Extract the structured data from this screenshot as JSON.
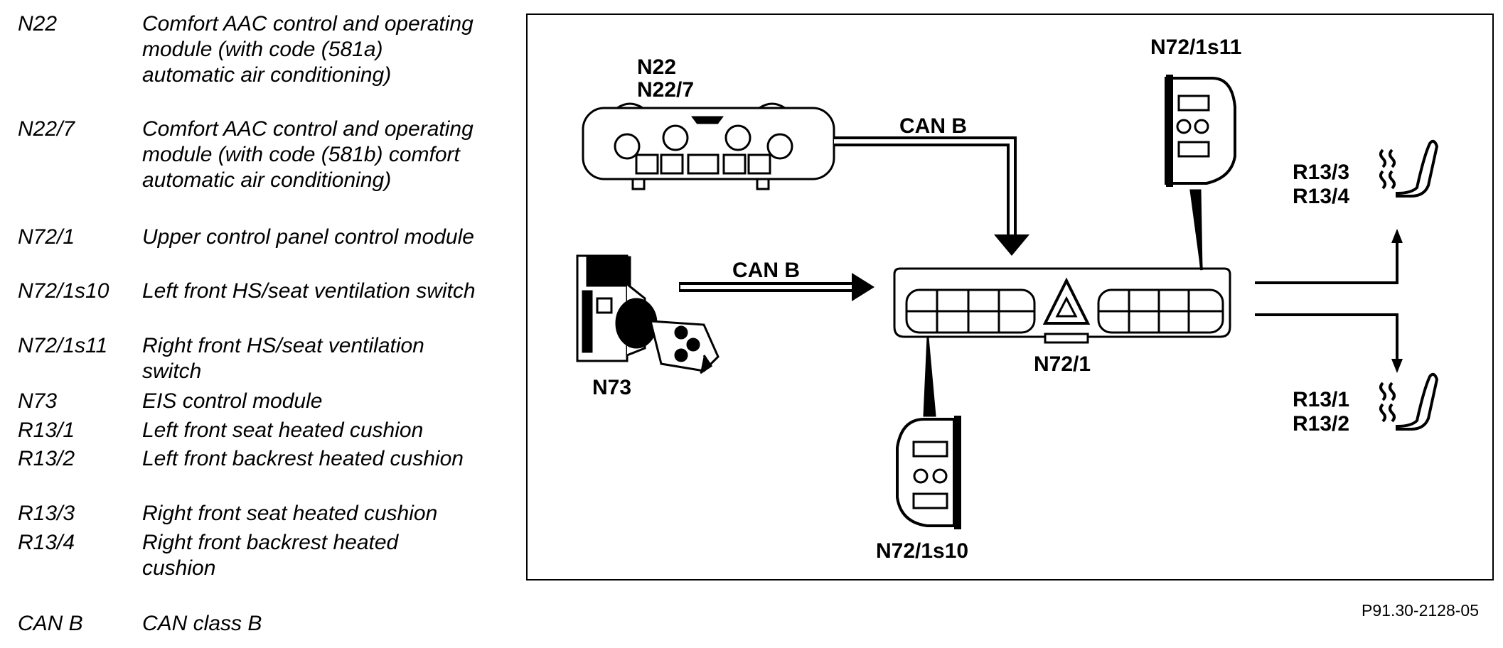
{
  "legend": [
    {
      "code": "N22",
      "desc": "Comfort AAC control and operating module (with code (581a) automatic air conditioning)"
    },
    {
      "code": "N22/7",
      "desc": "Comfort AAC control and operating module (with code (581b) comfort automatic air conditioning)"
    },
    {
      "code": "N72/1",
      "desc": "Upper control panel control module"
    },
    {
      "code": "N72/1s10",
      "desc": "Left front HS/seat ventilation switch"
    },
    {
      "code": "N72/1s11",
      "desc": "Right front HS/seat ventilation switch"
    },
    {
      "code": "N73",
      "desc": "EIS control module"
    },
    {
      "code": "R13/1",
      "desc": "Left front seat heated cushion"
    },
    {
      "code": "R13/2",
      "desc": "Left front backrest heated cushion"
    },
    {
      "code": "R13/3",
      "desc": "Right front seat heated cushion"
    },
    {
      "code": "R13/4",
      "desc": "Right front backrest heated cushion"
    },
    {
      "code": "CAN B",
      "desc": "CAN class B"
    }
  ],
  "diagram": {
    "label_n22": "N22",
    "label_n22_7": "N22/7",
    "label_can_b_top": "CAN B",
    "label_can_b_left": "CAN B",
    "label_n73": "N73",
    "label_n72_1": "N72/1",
    "label_n72_1s11": "N72/1s11",
    "label_n72_1s10": "N72/1s10",
    "label_r13_3": "R13/3",
    "label_r13_4": "R13/4",
    "label_r13_1": "R13/1",
    "label_r13_2": "R13/2"
  },
  "figure_id": "P91.30-2128-05"
}
